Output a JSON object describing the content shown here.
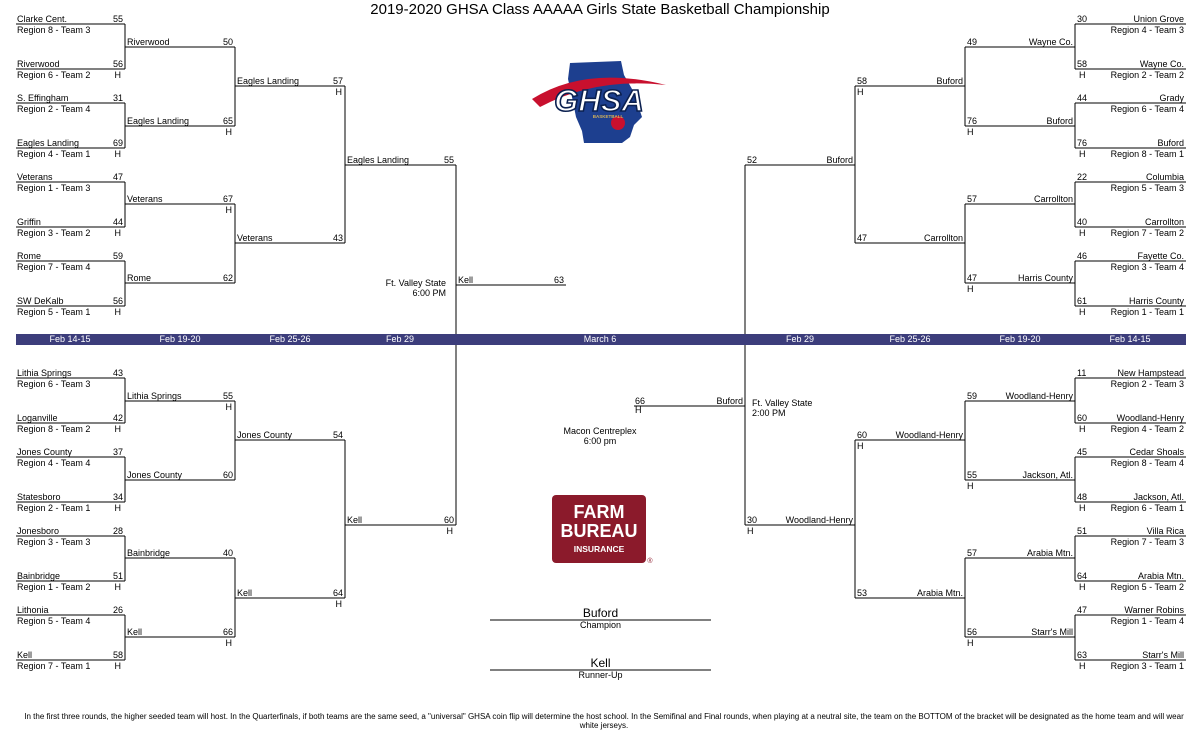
{
  "title": "2019-2020 GHSA Class AAAAA Girls State Basketball Championship",
  "dates": [
    "Feb 14-15",
    "Feb 19-20",
    "Feb 25-26",
    "Feb 29",
    "March 6",
    "Feb 29",
    "Feb 25-26",
    "Feb 19-20",
    "Feb 14-15"
  ],
  "host_mark": "H",
  "left_r1": [
    {
      "team": "Clarke Cent.",
      "seed": "Region 8 - Team 3",
      "score": "55",
      "host": false
    },
    {
      "team": "Riverwood",
      "seed": "Region 6 - Team 2",
      "score": "56",
      "host": true
    },
    {
      "team": "S. Effingham",
      "seed": "Region 2 - Team 4",
      "score": "31",
      "host": false
    },
    {
      "team": "Eagles Landing",
      "seed": "Region 4 - Team 1",
      "score": "69",
      "host": true
    },
    {
      "team": "Veterans",
      "seed": "Region 1 - Team 3",
      "score": "47",
      "host": false
    },
    {
      "team": "Griffin",
      "seed": "Region 3 - Team 2",
      "score": "44",
      "host": true
    },
    {
      "team": "Rome",
      "seed": "Region 7 - Team 4",
      "score": "59",
      "host": false
    },
    {
      "team": "SW DeKalb",
      "seed": "Region 5 - Team 1",
      "score": "56",
      "host": true
    },
    {
      "team": "Lithia Springs",
      "seed": "Region 6 - Team 3",
      "score": "43",
      "host": false
    },
    {
      "team": "Loganville",
      "seed": "Region 8 - Team 2",
      "score": "42",
      "host": true
    },
    {
      "team": "Jones County",
      "seed": "Region 4 - Team 4",
      "score": "37",
      "host": false
    },
    {
      "team": "Statesboro",
      "seed": "Region 2 - Team 1",
      "score": "34",
      "host": true
    },
    {
      "team": "Jonesboro",
      "seed": "Region 3 - Team 3",
      "score": "28",
      "host": false
    },
    {
      "team": "Bainbridge",
      "seed": "Region 1 - Team 2",
      "score": "51",
      "host": true
    },
    {
      "team": "Lithonia",
      "seed": "Region 5 - Team 4",
      "score": "26",
      "host": false
    },
    {
      "team": "Kell",
      "seed": "Region 7 - Team 1",
      "score": "58",
      "host": true
    }
  ],
  "left_r2": [
    {
      "team": "Riverwood",
      "score": "50",
      "host": false
    },
    {
      "team": "Eagles Landing",
      "score": "65",
      "host": true
    },
    {
      "team": "Veterans",
      "score": "67",
      "host": true
    },
    {
      "team": "Rome",
      "score": "62",
      "host": false
    },
    {
      "team": "Lithia Springs",
      "score": "55",
      "host": true
    },
    {
      "team": "Jones County",
      "score": "60",
      "host": false
    },
    {
      "team": "Bainbridge",
      "score": "40",
      "host": false
    },
    {
      "team": "Kell",
      "score": "66",
      "host": true
    }
  ],
  "left_r3": [
    {
      "team": "Eagles Landing",
      "score": "57",
      "host": true
    },
    {
      "team": "Veterans",
      "score": "43",
      "host": false
    },
    {
      "team": "Jones County",
      "score": "54",
      "host": false
    },
    {
      "team": "Kell",
      "score": "64",
      "host": true
    }
  ],
  "left_r4": [
    {
      "team": "Eagles Landing",
      "score": "55",
      "host": false
    },
    {
      "team": "Kell",
      "score": "60",
      "host": true
    }
  ],
  "left_final": {
    "team": "Kell",
    "score": "63",
    "venue": "Ft. Valley State",
    "time": "6:00 PM"
  },
  "right_r1": [
    {
      "team": "Union Grove",
      "seed": "Region 4 - Team 3",
      "score": "30",
      "host": false
    },
    {
      "team": "Wayne Co.",
      "seed": "Region 2 - Team 2",
      "score": "58",
      "host": true
    },
    {
      "team": "Grady",
      "seed": "Region  6 - Team 4",
      "score": "44",
      "host": false
    },
    {
      "team": "Buford",
      "seed": "Region 8 - Team 1",
      "score": "76",
      "host": true
    },
    {
      "team": "Columbia",
      "seed": "Region 5 - Team 3",
      "score": "22",
      "host": false
    },
    {
      "team": "Carrollton",
      "seed": "Region 7 - Team 2",
      "score": "40",
      "host": true
    },
    {
      "team": "Fayette Co.",
      "seed": "Region 3 - Team 4",
      "score": "46",
      "host": false
    },
    {
      "team": "Harris County",
      "seed": "Region 1 - Team 1",
      "score": "61",
      "host": true
    },
    {
      "team": "New Hampstead",
      "seed": "Region 2 - Team 3",
      "score": "11",
      "host": false
    },
    {
      "team": "Woodland-Henry",
      "seed": "Region 4 - Team 2",
      "score": "60",
      "host": true
    },
    {
      "team": "Cedar Shoals",
      "seed": "Region 8 - Team 4",
      "score": "45",
      "host": false
    },
    {
      "team": "Jackson, Atl.",
      "seed": "Region 6 - Team 1",
      "score": "48",
      "host": true
    },
    {
      "team": "Villa Rica",
      "seed": "Region 7 - Team 3",
      "score": "51",
      "host": false
    },
    {
      "team": "Arabia Mtn.",
      "seed": "Region 5 - Team 2",
      "score": "64",
      "host": true
    },
    {
      "team": "Warner Robins",
      "seed": "Region 1 - Team 4",
      "score": "47",
      "host": false
    },
    {
      "team": "Starr's Mill",
      "seed": "Region 3 - Team 1",
      "score": "63",
      "host": true
    }
  ],
  "right_r2": [
    {
      "team": "Wayne Co.",
      "score": "49",
      "host": false
    },
    {
      "team": "Buford",
      "score": "76",
      "host": true
    },
    {
      "team": "Carrollton",
      "score": "57",
      "host": false
    },
    {
      "team": "Harris County",
      "score": "47",
      "host": true
    },
    {
      "team": "Woodland-Henry",
      "score": "59",
      "host": false
    },
    {
      "team": "Jackson, Atl.",
      "score": "55",
      "host": true
    },
    {
      "team": "Arabia Mtn.",
      "score": "57",
      "host": false
    },
    {
      "team": "Starr's Mill",
      "score": "56",
      "host": true
    }
  ],
  "right_r3": [
    {
      "team": "Buford",
      "score": "58",
      "host": true
    },
    {
      "team": "Carrollton",
      "score": "47",
      "host": false
    },
    {
      "team": "Woodland-Henry",
      "score": "60",
      "host": true
    },
    {
      "team": "Arabia Mtn.",
      "score": "53",
      "host": false
    }
  ],
  "right_r4": [
    {
      "team": "Buford",
      "score": "52",
      "host": false
    },
    {
      "team": "Woodland-Henry",
      "score": "30",
      "host": true
    }
  ],
  "right_final": {
    "team": "Buford",
    "score": "66",
    "host": true,
    "venue": "Ft. Valley State",
    "time": "2:00 PM"
  },
  "final_venue": {
    "name": "Macon Centreplex",
    "time": "6:00 pm"
  },
  "champion": {
    "team": "Buford",
    "label": "Champion"
  },
  "runner_up": {
    "team": "Kell",
    "label": "Runner-Up"
  },
  "logos": {
    "ghsa": {
      "text": "GHSA",
      "sub": "BASKETBALL"
    },
    "farm_bureau": {
      "line1": "FARM",
      "line2": "BUREAU",
      "line3": "INSURANCE",
      "mark": "®"
    }
  },
  "footnote": "In the first three rounds, the higher seeded team will host. In the Quarterfinals, if both teams are the same seed, a \"universal\" GHSA coin flip will determine the host school. In the Semifinal and Final rounds, when playing at a neutral site, the team on the BOTTOM of the bracket will be designated as the home team and will wear white jerseys.",
  "colors": {
    "date_bar": "#3c3d7b",
    "ghsa_red": "#c8102e",
    "ghsa_blue": "#1d3f8f",
    "farm_bureau": "#8b1a2b"
  }
}
